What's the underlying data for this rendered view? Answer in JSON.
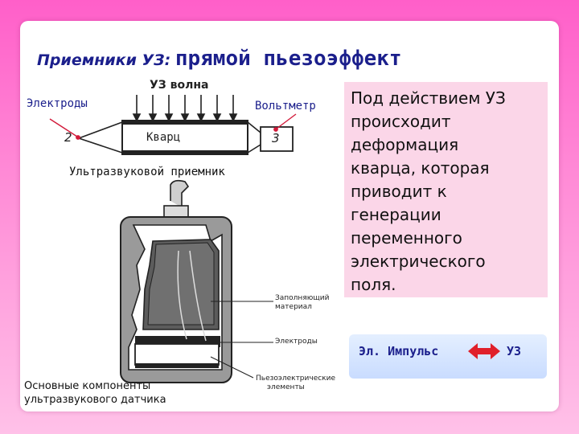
{
  "title": {
    "part1": "Приемники УЗ:",
    "part2": "прямой пьезоэффект"
  },
  "top_diagram": {
    "electrodes_label": "Электроды",
    "voltmeter_label": "Вольтметр",
    "wave_label": "УЗ волна",
    "quartz_label": "Кварц",
    "num_2": "2",
    "num_3": "3",
    "caption": "Ультразвуковой приемник"
  },
  "sensor_diagram": {
    "filler_label_1": "Заполняющий",
    "filler_label_2": "материал",
    "electrodes_label": "Электроды",
    "piezo_label_1": "Пьезоэлектрические",
    "piezo_label_2": "элементы",
    "caption_1": "Основные компоненты",
    "caption_2": "ультразвукового датчика"
  },
  "info_box": {
    "lines": [
      "Под действием УЗ",
      "происходит",
      "деформация",
      "кварца, которая",
      "приводит к",
      "генерации",
      "переменного",
      "электрического",
      "поля."
    ]
  },
  "impulse": {
    "left": "Эл. Импульс",
    "right": "УЗ",
    "arrow_icon": "double-arrow-icon",
    "arrow_color": "#e0202a"
  },
  "colors": {
    "title": "#1b1f8c",
    "info_bg": "#fbd6e8",
    "slide_bg": "#ffffff"
  }
}
